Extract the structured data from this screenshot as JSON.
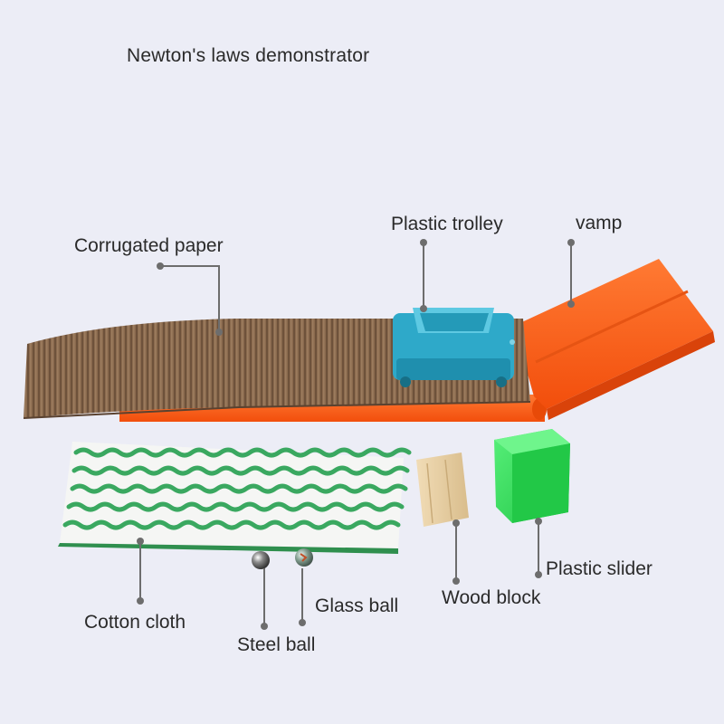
{
  "title": "Newton's laws demonstrator",
  "labels": {
    "corrugated_paper": "Corrugated paper",
    "plastic_trolley": "Plastic trolley",
    "vamp": "vamp",
    "cotton_cloth": "Cotton cloth",
    "steel_ball": "Steel ball",
    "glass_ball": "Glass ball",
    "wood_block": "Wood block",
    "plastic_slider": "Plastic slider"
  },
  "colors": {
    "background": "#ecedf6",
    "track_orange": "#ff5a14",
    "corrugated_brown": "#8a6a4e",
    "trolley_blue": "#2ea9c9",
    "slider_green": "#33e05a",
    "wood": "#e6cfa6",
    "cloth_green": "#3aa860",
    "leader_line": "#6d6d6d"
  }
}
